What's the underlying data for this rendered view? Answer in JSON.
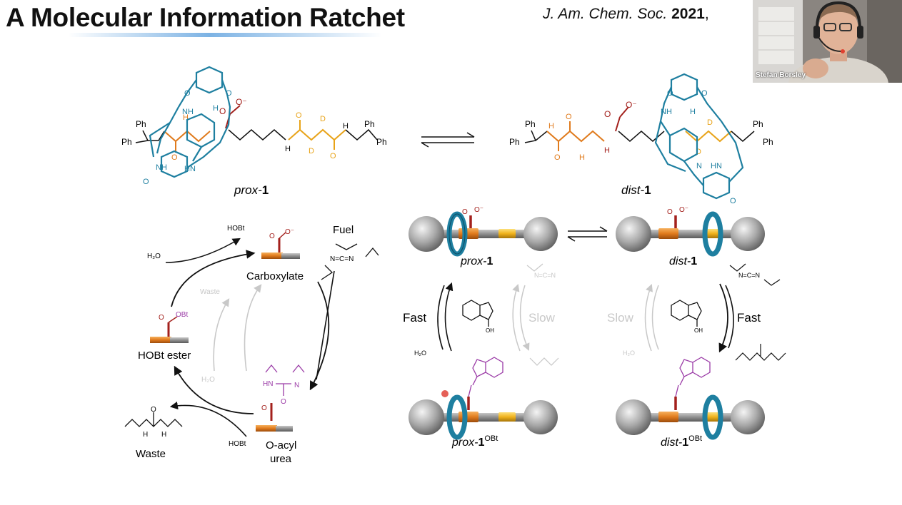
{
  "slide": {
    "title": "A Molecular Information Ratchet",
    "citation": {
      "journal": "J. Am. Chem. Soc.",
      "year": "2021",
      "trailing": ","
    }
  },
  "webcam": {
    "participant_name": "Stefan Borsley"
  },
  "structures": {
    "prox_prefix": "prox-",
    "dist_prefix": "dist-",
    "compound_number": "1",
    "ph": "Ph",
    "nh": "NH",
    "hn": "HN",
    "n": "N",
    "h": "H",
    "o": "O",
    "d": "D",
    "carboxylate_charge": "O⁻"
  },
  "cycle": {
    "hobt_top": "HOBt",
    "h2o_left": "H₂O",
    "carboxylate": "Carboxylate",
    "fuel": "Fuel",
    "waste_inner": "Waste",
    "hobt_ester": "HOBt ester",
    "obt": "OBt",
    "h2o_inner": "H₂O",
    "o_acyl_urea_line1": "O-acyl",
    "o_acyl_urea_line2": "urea",
    "hobt_bottom": "HOBt",
    "waste_bottom": "Waste",
    "carbodiimide": "N=C=N"
  },
  "mechanism": {
    "prox_label": "prox-",
    "dist_label": "dist-",
    "number": "1",
    "obt_superscript": "OBt",
    "fast_left": "Fast",
    "slow_left": "Slow",
    "slow_right": "Slow",
    "fast_right": "Fast",
    "h2o_left": "H₂O",
    "h2o_right": "H₂O",
    "oh": "OH",
    "carbodiimide": "N=C=N"
  },
  "colors": {
    "macrocycle_blue": "#1e7fa0",
    "orange_station": "#e07b1d",
    "yellow_station": "#f0b21c",
    "carboxylate_red": "#a3201c",
    "obt_purple": "#9a3aa6",
    "faded_gray": "#c8c8c8"
  }
}
